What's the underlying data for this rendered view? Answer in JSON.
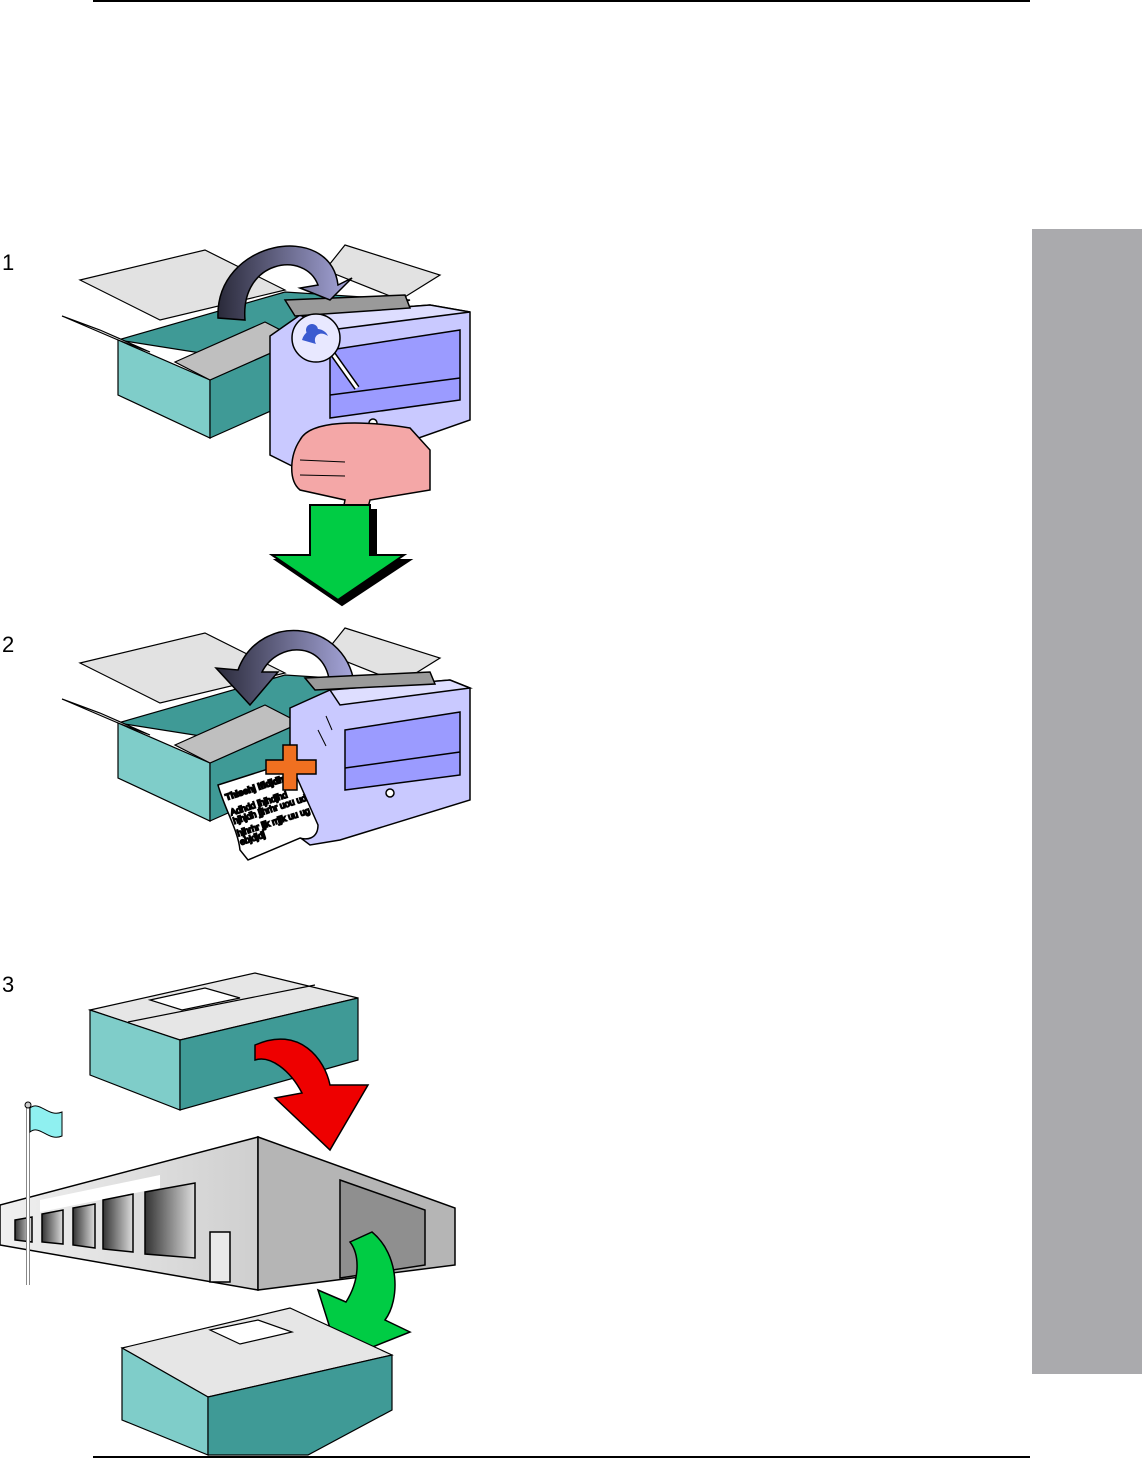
{
  "steps": [
    {
      "number": "1",
      "icons": [
        "open-box-icon",
        "device-icon",
        "magnifier-icon",
        "thumbs-down-icon",
        "down-arrow-icon"
      ]
    },
    {
      "number": "2",
      "icons": [
        "open-box-icon",
        "device-icon",
        "document-icon",
        "plus-icon"
      ]
    },
    {
      "number": "3",
      "icons": [
        "closed-box-icon",
        "building-icon",
        "flag-icon",
        "red-arrow-icon",
        "green-arrow-icon"
      ]
    }
  ],
  "document_scribble": {
    "line1": "Thisehj ifidjdhw",
    "line2": "Adhdd jhjhdjhd",
    "line3": "hjhjdh  jjhrhr uou ud",
    "line4": "hjhrhr jjk rrjjk uu ug",
    "line5": "ebjdjdj"
  },
  "colors": {
    "box_teal": "#7fcdc9",
    "box_teal_dark": "#3f9a96",
    "box_inside": "#3f9a96",
    "flap_gray": "#e2e2e2",
    "device_lavender": "#c9c9ff",
    "device_window": "#9b9bff",
    "green_arrow": "#00cc44",
    "red_arrow": "#ee0000",
    "orange_plus": "#f07020",
    "hand_pink": "#f4a7a7",
    "side_tab_gray": "#aaaaad",
    "flag_cyan": "#8ff0f0"
  }
}
